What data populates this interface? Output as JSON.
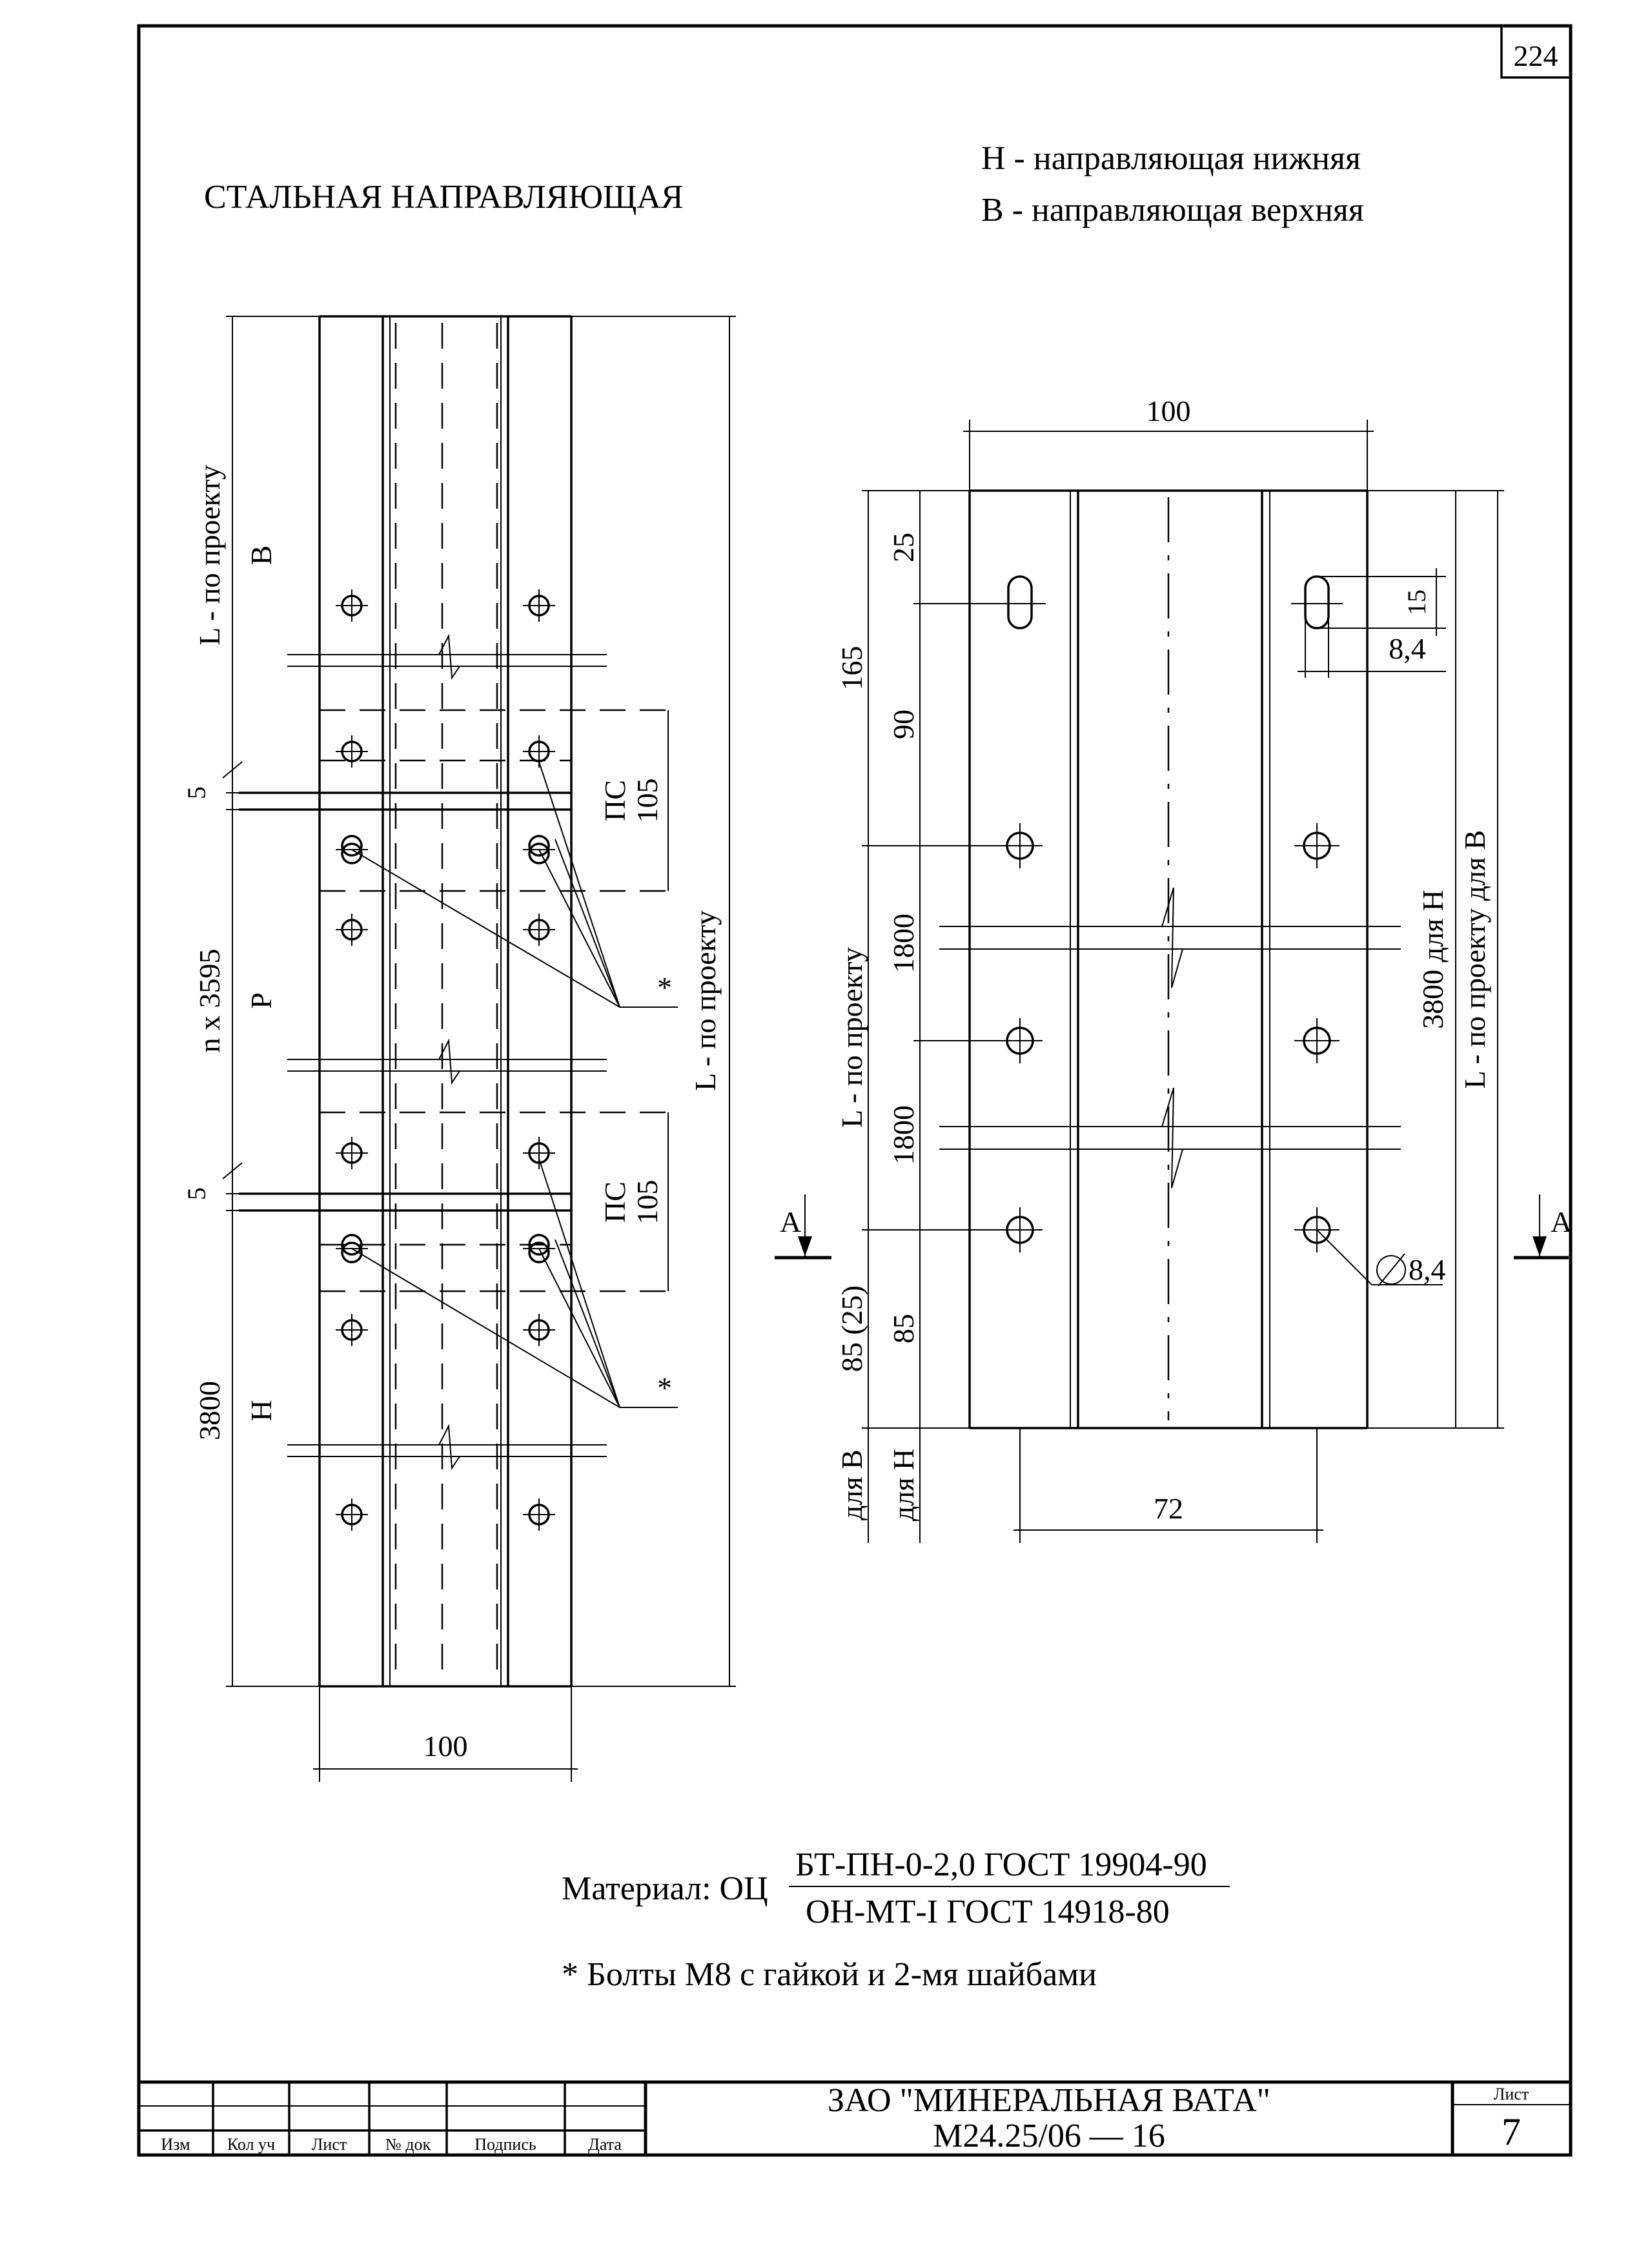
{
  "title": "СТАЛЬНАЯ НАПРАВЛЯЮЩАЯ",
  "page_number": "224",
  "legend": {
    "bottom": "Н - направляющая нижняя",
    "top": "В - направляющая верхняя"
  },
  "left_view": {
    "width_dim": "100",
    "segment_labels": [
      "В",
      "Р",
      "Н"
    ],
    "length_label": "L - по проекту",
    "length_label_right": "L - по проекту",
    "gap_dim": "5",
    "repeat_dim": "n x 3595",
    "bottom_len": "3800",
    "joint_label": "ПС",
    "joint_dim": "105",
    "bolt_mark": "*"
  },
  "right_view": {
    "width_dim": "100",
    "hole_spacing": "72",
    "dims_left": [
      "25",
      "90",
      "1800",
      "1800",
      "85"
    ],
    "dim_165": "165",
    "dim_85_25": "85 (25)",
    "dim_L": "L - по проекту",
    "for_B": "для В",
    "for_H": "для Н",
    "slot_h": "15",
    "slot_w": "8,4",
    "hole_diam": "8,4",
    "len_H": "3800 для Н",
    "len_B": "L - по проекту для В",
    "section_label": "А"
  },
  "material": {
    "prefix": "Материал: ОЦ",
    "numerator": "БТ-ПН-0-2,0  ГОСТ 19904-90",
    "denominator": "ОН-МТ-I  ГОСТ 14918-80"
  },
  "note": "* Болты М8 с гайкой и 2-мя шайбами",
  "title_block": {
    "company": "ЗАО \"МИНЕРАЛЬНАЯ ВАТА\"",
    "doc_code": "М24.25/06  —  16",
    "sheet_label": "Лист",
    "sheet_number": "7",
    "columns": [
      "Изм",
      "Кол уч",
      "Лист",
      "№ док",
      "Подпись",
      "Дата"
    ]
  }
}
